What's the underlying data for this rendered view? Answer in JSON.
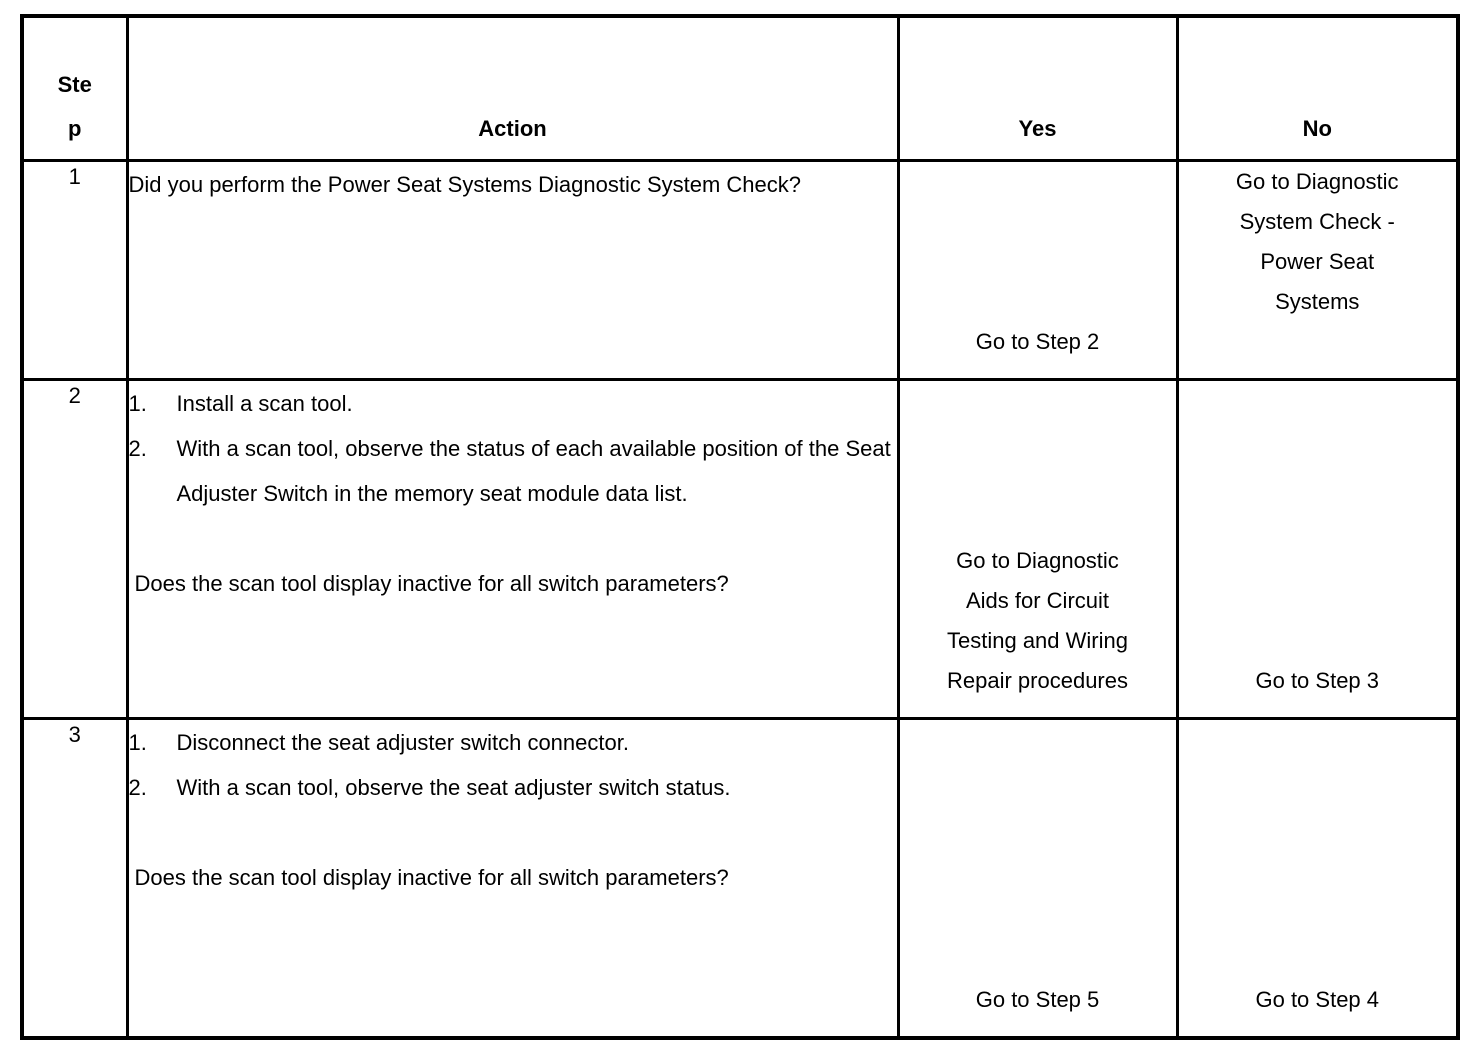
{
  "table": {
    "headers": {
      "step": "Step",
      "action": "Action",
      "yes": "Yes",
      "no": "No"
    },
    "rows": [
      {
        "step": "1",
        "action": {
          "type": "paragraph",
          "text": "Did you perform the Power Seat Systems Diagnostic System Check?"
        },
        "yes": [
          "Go to Step 2"
        ],
        "yes_align": "bottom",
        "no": [
          "Go to Diagnostic",
          "System Check -",
          "Power Seat",
          "Systems"
        ],
        "no_align": "top"
      },
      {
        "step": "2",
        "action": {
          "type": "list",
          "items": [
            {
              "num": "1.",
              "text": "Install a scan tool."
            },
            {
              "num": "2.",
              "text": "With a scan tool, observe the status of each available position of the Seat Adjuster Switch in the memory seat module data list."
            }
          ],
          "question": "Does the scan tool display inactive for all switch parameters?"
        },
        "yes": [
          "Go to Diagnostic",
          "Aids for Circuit",
          "Testing and Wiring",
          "Repair procedures"
        ],
        "yes_align": "bottom",
        "no": [
          "Go to Step 3"
        ],
        "no_align": "bottom"
      },
      {
        "step": "3",
        "action": {
          "type": "list",
          "items": [
            {
              "num": "1.",
              "text": "Disconnect the seat adjuster switch connector."
            },
            {
              "num": "2.",
              "text": "With a scan tool, observe the seat adjuster switch status."
            }
          ],
          "question": "Does the scan tool display inactive for all switch parameters?"
        },
        "yes": [
          "Go to Step 5"
        ],
        "yes_align": "bottom",
        "no": [
          "Go to Step 4"
        ],
        "no_align": "bottom"
      }
    ]
  },
  "style": {
    "border_color": "#000000",
    "text_color": "#000000",
    "background": "#ffffff"
  }
}
